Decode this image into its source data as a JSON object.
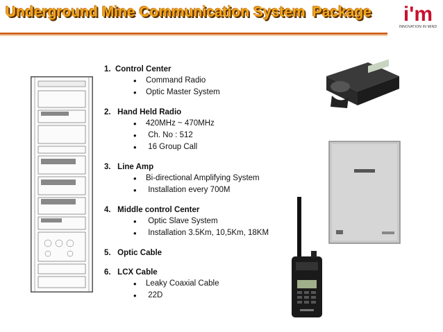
{
  "header": {
    "title": "Underground Mine Communication System",
    "title_suffix": "Package",
    "logo_mark": "i'm",
    "logo_tagline": "INNOVATION IN MIND"
  },
  "sections": [
    {
      "heading": "1.  Control Center",
      "items": [
        "Command Radio",
        "Optic Master System"
      ]
    },
    {
      "heading": "2.   Hand Held Radio",
      "items": [
        "420MHz ~ 470MHz",
        " Ch. No : 512",
        " 16 Group Call"
      ]
    },
    {
      "heading": "3.   Line Amp",
      "items": [
        "Bi-directional Amplifying System",
        " Installation every 700M"
      ]
    },
    {
      "heading": "4.   Middle control Center",
      "items": [
        " Optic Slave System",
        " Installation 3.5Km, 10,5Km, 18KM"
      ]
    },
    {
      "heading": "5.   Optic Cable",
      "items": []
    },
    {
      "heading": "6.   LCX Cable",
      "items": [
        "Leaky Coaxial Cable",
        " 22D"
      ]
    }
  ],
  "bullet_glyph": "•",
  "colors": {
    "title": "#f4a61d",
    "rule": "#d0601a",
    "logo": "#c8102e"
  },
  "images": {
    "rack": "equipment-rack-diagram",
    "command_radio": "base-station-radio-photo",
    "cabinet": "wall-mount-cabinet-photo",
    "handheld": "handheld-radio-photo"
  }
}
